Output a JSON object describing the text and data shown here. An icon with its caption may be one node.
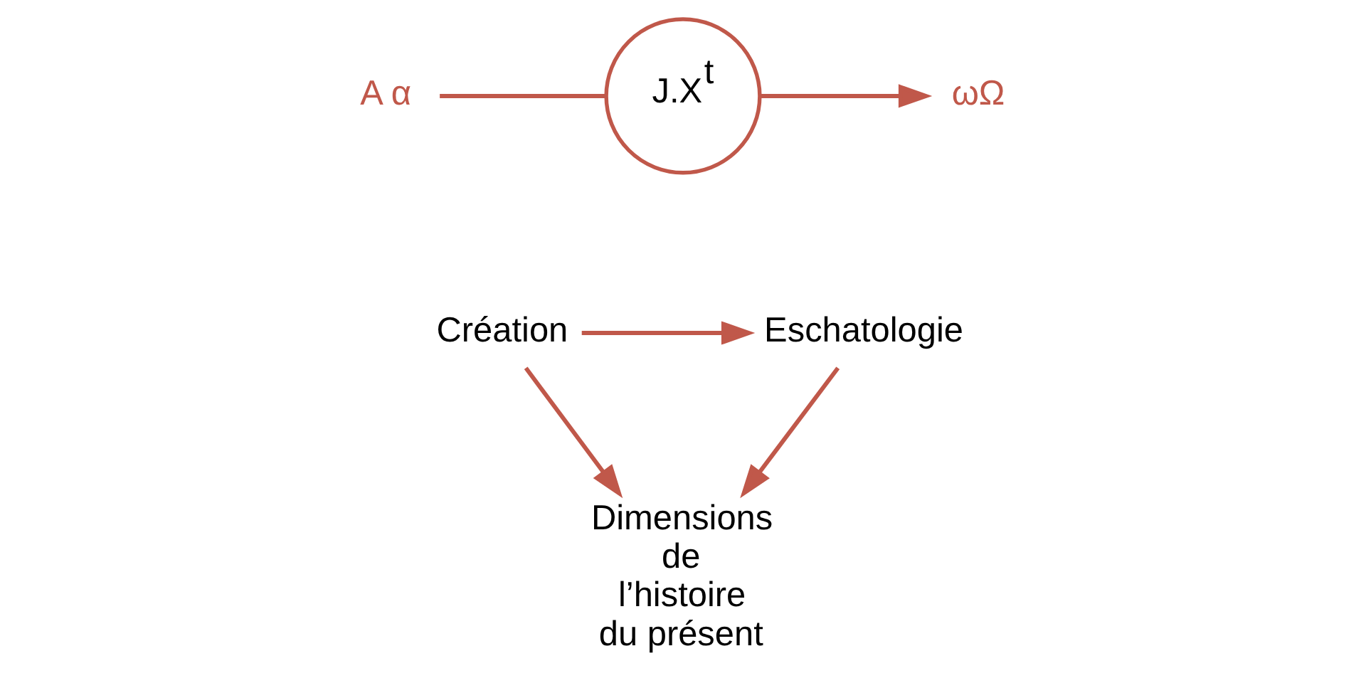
{
  "diagram": {
    "nodes": [
      {
        "text": [
          "Α α"
        ]
      },
      {
        "text": [
          "J.X$^{t}$"
        ]
      },
      {
        "text": [
          "ωΩ"
        ]
      },
      {
        "text": [
          "Création"
        ]
      },
      {
        "text": [
          "Eschatologie"
        ]
      },
      {
        "text": [
          "Dimensions de l’histoire du présent"
        ]
      }
    ],
    "edges": [
      {
        "from": 0,
        "to": 1,
        "arrow": "none"
      },
      {
        "from": 1,
        "to": 2,
        "arrow": "to"
      },
      {
        "from": 3,
        "to": 4,
        "arrow": "to"
      },
      {
        "from": 3,
        "to": 5,
        "arrow": "to"
      },
      {
        "from": 4,
        "to": 5,
        "arrow": "to"
      }
    ]
  }
}
